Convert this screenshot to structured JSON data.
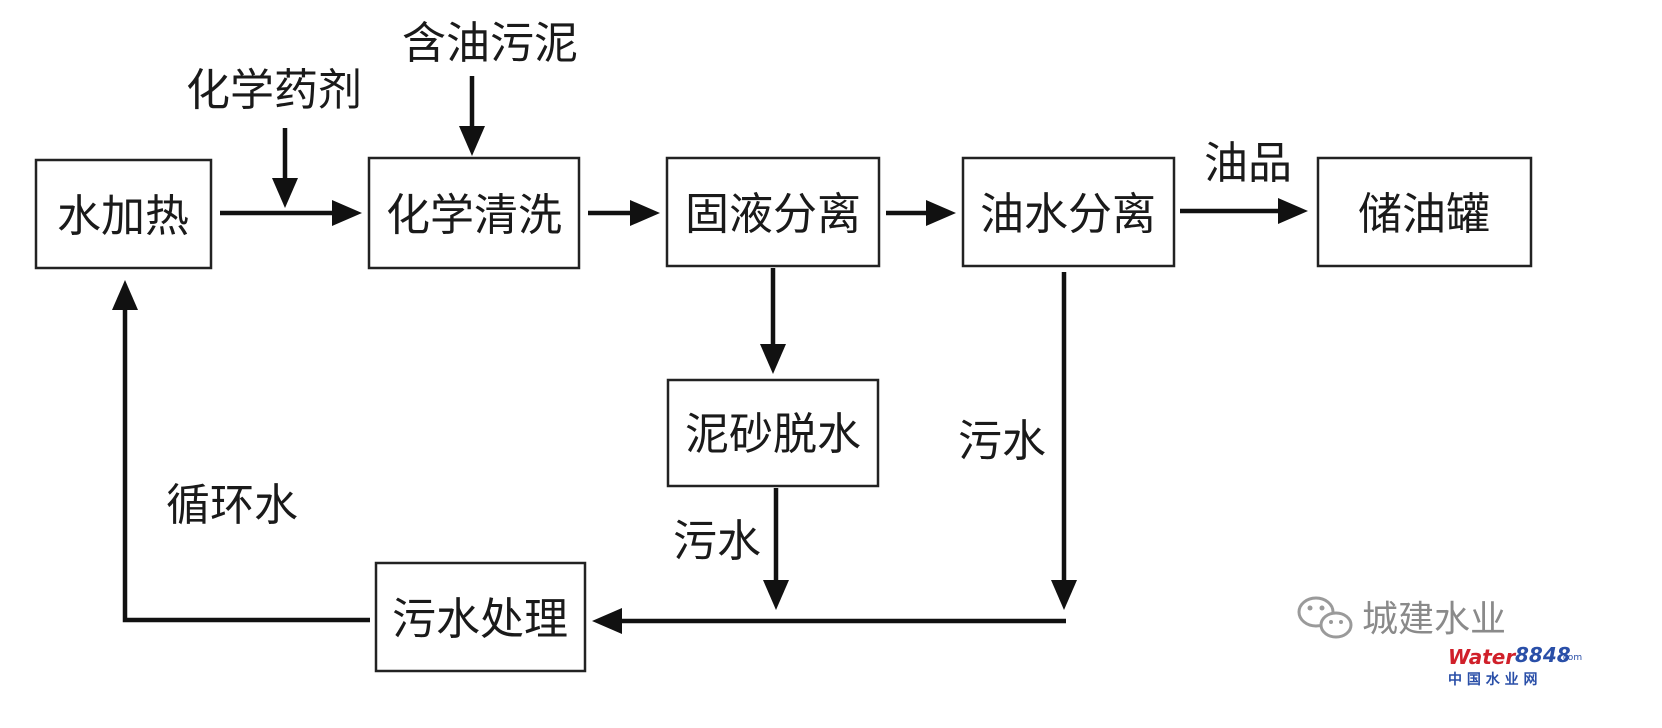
{
  "nodes": {
    "water_heating": "水加热",
    "chemical_cleaning": "化学清洗",
    "solid_liquid_separation": "固液分离",
    "oil_water_separation": "油水分离",
    "oil_storage_tank": "储油罐",
    "sand_dewatering": "泥砂脱水",
    "wastewater_treatment": "污水处理"
  },
  "inputs": {
    "chemicals": "化学药剂",
    "oily_sludge": "含油污泥"
  },
  "edge_labels": {
    "oil_product": "油品",
    "wastewater_right": "污水",
    "wastewater_middle": "污水",
    "circulating_water": "循环水"
  },
  "watermark": {
    "account": "城建水业",
    "logo_water": "Water",
    "logo_number": "8848",
    "logo_domain": ".com",
    "logo_cn": "中 国 水 业 网"
  },
  "colors": {
    "line": "#111111",
    "watermark_text": "#8a8a8a",
    "logo_red": "#d0202a",
    "logo_blue": "#2a4fa8"
  }
}
